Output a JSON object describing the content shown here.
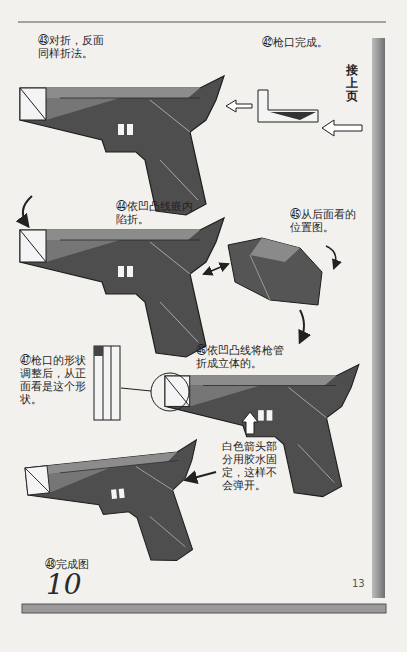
{
  "diagram": {
    "labels": [
      "㊸对折，反面同样折法。",
      "㊷枪口完成。",
      "接上页",
      "㊹依凹凸线嵌内陷折。",
      "㊺从后面看的位置图。",
      "㊼枪口的形状调整后，从正面看是这个形状。",
      "㊻依凹凸线将枪管折成立体的。",
      "白色箭头部分用胶水固定，这样不会弹开。",
      "㊽完成图",
      "10",
      "13"
    ]
  }
}
